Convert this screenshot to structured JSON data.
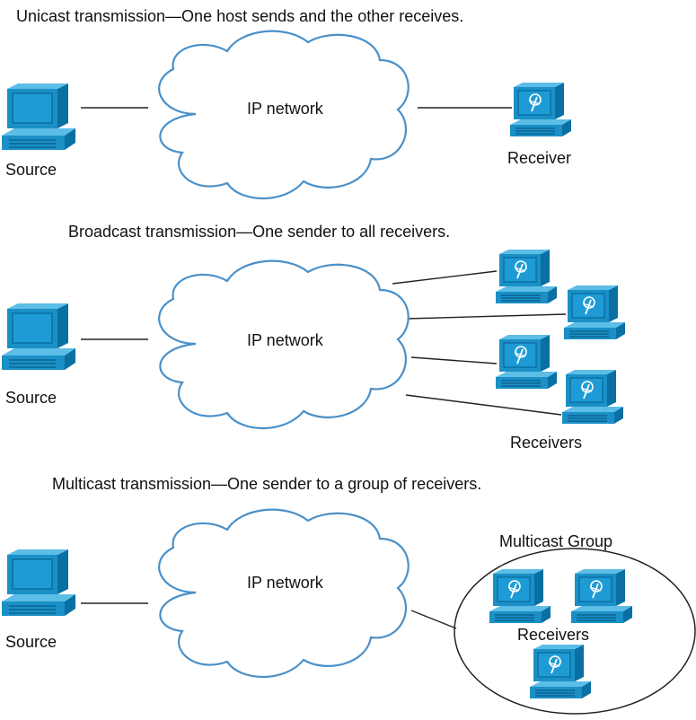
{
  "sections": [
    {
      "title": "Unicast transmission—One host sends and the other receives.",
      "source_label": "Source",
      "network_label": "IP network",
      "receiver_label": "Receiver"
    },
    {
      "title": "Broadcast transmission—One sender to all receivers.",
      "source_label": "Source",
      "network_label": "IP network",
      "receiver_label": "Receivers"
    },
    {
      "title": "Multicast transmission—One sender to a group of receivers.",
      "source_label": "Source",
      "network_label": "IP network",
      "receiver_label": "Receivers",
      "group_label": "Multicast Group"
    }
  ],
  "colors": {
    "device": "#1a90c6",
    "cloud_outline": "#4a90c8",
    "link": "#222222"
  },
  "icons": {
    "source": "source-pc-icon",
    "receiver": "receiver-pc-icon",
    "network": "cloud-icon"
  }
}
